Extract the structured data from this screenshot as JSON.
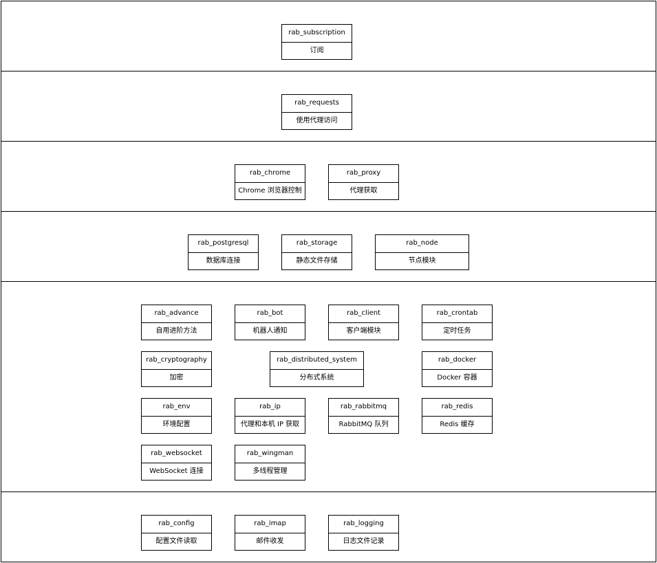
{
  "layers": [
    {
      "modules": [
        {
          "name": "rab_subscription",
          "desc": "订阅"
        }
      ]
    },
    {
      "modules": [
        {
          "name": "rab_requests",
          "desc": "使用代理访问"
        }
      ]
    },
    {
      "modules": [
        {
          "name": "rab_chrome",
          "desc": "Chrome 浏览器控制"
        },
        {
          "name": "rab_proxy",
          "desc": "代理获取"
        }
      ]
    },
    {
      "modules": [
        {
          "name": "rab_postgresql",
          "desc": "数据库连接"
        },
        {
          "name": "rab_storage",
          "desc": "静态文件存储"
        },
        {
          "name": "rab_node",
          "desc": "节点模块"
        }
      ]
    },
    {
      "modules": [
        {
          "name": "rab_advance",
          "desc": "自用进阶方法"
        },
        {
          "name": "rab_bot",
          "desc": "机器人通知"
        },
        {
          "name": "rab_client",
          "desc": "客户端模块"
        },
        {
          "name": "rab_crontab",
          "desc": "定时任务"
        },
        {
          "name": "rab_cryptography",
          "desc": "加密"
        },
        {
          "name": "rab_distributed_system",
          "desc": "分布式系统"
        },
        {
          "name": "rab_docker",
          "desc": "Docker 容器"
        },
        {
          "name": "rab_env",
          "desc": "环境配置"
        },
        {
          "name": "rab_ip",
          "desc": "代理和本机 IP 获取"
        },
        {
          "name": "rab_rabbitmq",
          "desc": "RabbitMQ 队列"
        },
        {
          "name": "rab_redis",
          "desc": "Redis 缓存"
        },
        {
          "name": "rab_websocket",
          "desc": "WebSocket 连接"
        },
        {
          "name": "rab_wingman",
          "desc": "多线程管理"
        }
      ]
    },
    {
      "modules": [
        {
          "name": "rab_config",
          "desc": "配置文件读取"
        },
        {
          "name": "rab_imap",
          "desc": "邮件收发"
        },
        {
          "name": "rab_logging",
          "desc": "日志文件记录"
        }
      ]
    }
  ]
}
